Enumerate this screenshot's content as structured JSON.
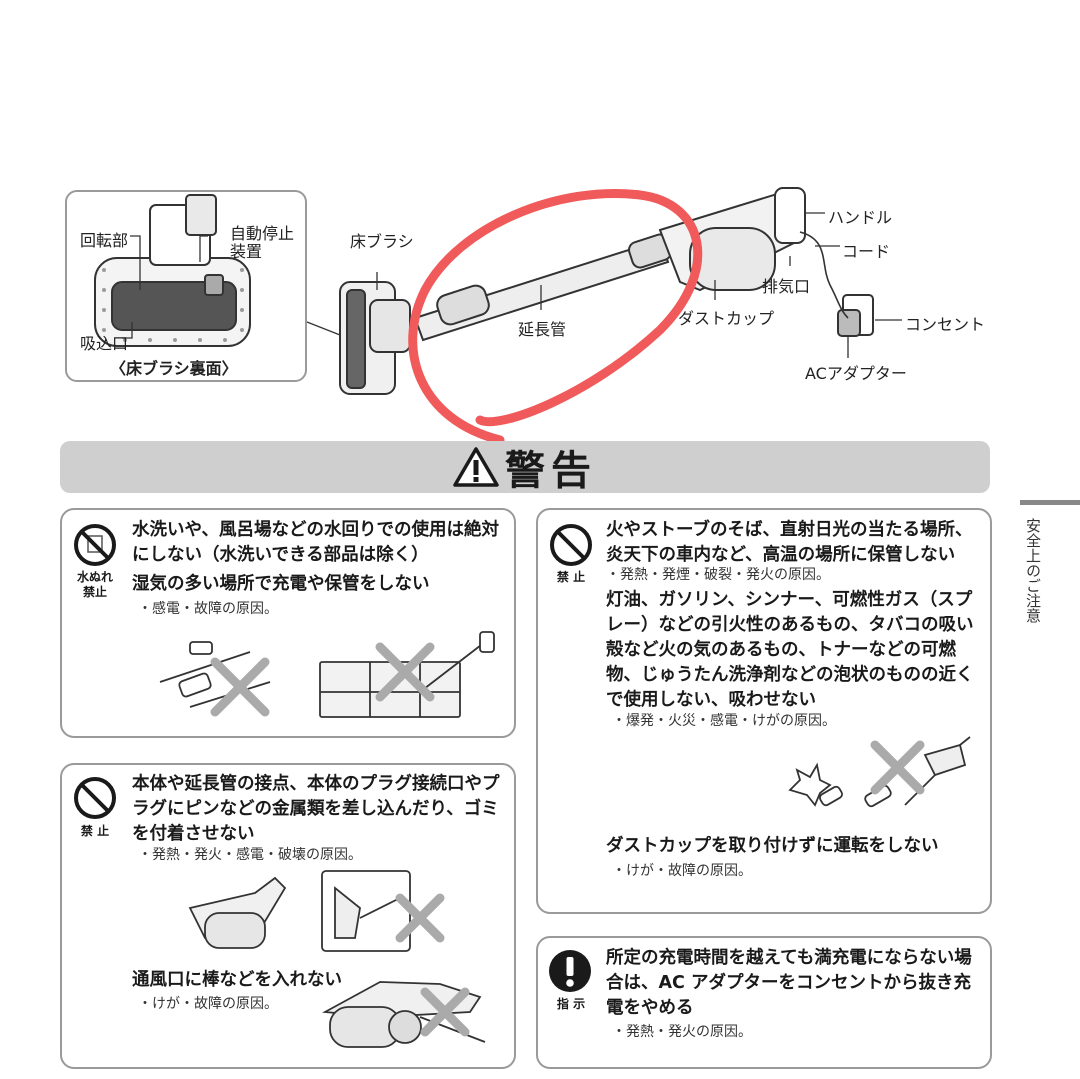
{
  "diagram": {
    "inset_labels": {
      "rotating_part": "回転部",
      "auto_stop": "自動停止\n装置",
      "suction_port": "吸込口",
      "caption": "〈床ブラシ裏面〉"
    },
    "parts": {
      "floor_brush": "床ブラシ",
      "extension_pipe": "延長管",
      "handle": "ハンドル",
      "cord": "コード",
      "exhaust": "排気口",
      "dust_cup": "ダストカップ",
      "outlet": "コンセント",
      "ac_adapter": "ACアダプター"
    },
    "highlight_color": "#f05a5a"
  },
  "warning": {
    "title": "警告",
    "icon": "warning-triangle-icon"
  },
  "side_tab": {
    "text": "安全上のご注意"
  },
  "sections": {
    "water": {
      "icon_label": "水ぬれ\n禁止",
      "heading": "水洗いや、風呂場などの水回りでの使用は絶対にしない（水洗いできる部品は除く）",
      "heading2": "湿気の多い場所で充電や保管をしない",
      "note": "・感電・故障の原因。"
    },
    "pins": {
      "icon_label": "禁 止",
      "heading": "本体や延長管の接点、本体のプラグ接続口やプラグにピンなどの金属類を差し込んだり、ゴミを付着させない",
      "note": "・発熱・発火・感電・破壊の原因。",
      "heading2": "通風口に棒などを入れない",
      "note2": "・けが・故障の原因。"
    },
    "fire": {
      "icon_label": "禁 止",
      "heading": "火やストーブのそば、直射日光の当たる場所、炎天下の車内など、高温の場所に保管しない",
      "note": "・発熱・発煙・破裂・発火の原因。",
      "heading2": "灯油、ガソリン、シンナー、可燃性ガス（スプレー）などの引火性のあるもの、タバコの吸い殻など火の気のあるもの、トナーなどの可燃物、じゅうたん洗浄剤などの泡状のものの近くで使用しない、吸わせない",
      "note2": "・爆発・火災・感電・けがの原因。",
      "heading3": "ダストカップを取り付けずに運転をしない",
      "note3": "・けが・故障の原因。"
    },
    "charge": {
      "icon_label": "指 示",
      "heading": "所定の充電時間を越えても満充電にならない場合は、AC アダプターをコンセントから抜き充電をやめる",
      "note": "・発熱・発火の原因。"
    }
  }
}
